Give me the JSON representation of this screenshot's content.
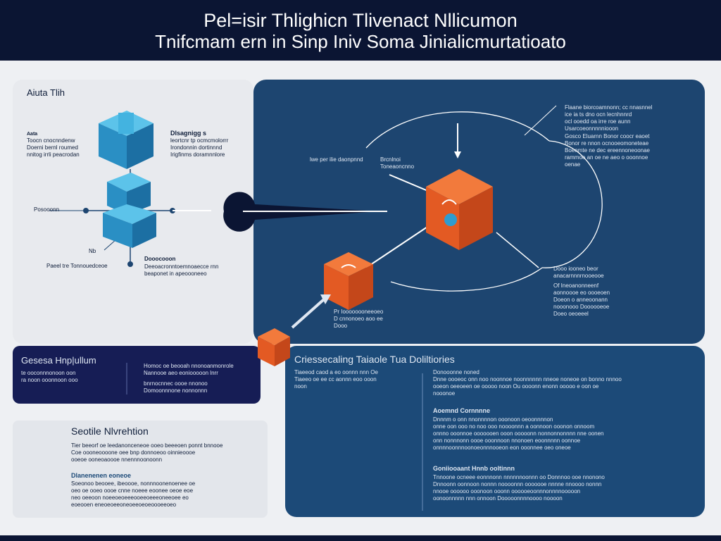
{
  "header": {
    "title_line1": "Pel=isir Thlighicn Tlivenact Nllicumon",
    "title_line2": "Tnifcmam ern in Sinp Iniv Soma Jinialicmurtatioato"
  },
  "colors": {
    "navy": "#0b1533",
    "panel_blue": "#1d4570",
    "cube_blue": "#2f9ccf",
    "cube_orange": "#e8612a",
    "panel_light": "#e8eaee"
  },
  "left_panel": {
    "title": "Aiuta Tlih",
    "label_a_title": "Aata",
    "label_a_lines": [
      "Toocn cnocnndenw",
      "Doerni bernl roumed",
      "nnitog irrli peacrodan"
    ],
    "label_b_title": "Dlsagnigg s",
    "label_b_lines": [
      "leortcnr tp ocmcmolorrr",
      "Irondonnin dortinnnd",
      "Irigfinms doramnnlore"
    ],
    "label_c": "Posooonn",
    "label_d": "Nb",
    "label_e": "Paeel tre Tonnouedceoe",
    "label_f_title": "Dooocooon",
    "label_f_lines": [
      "Deeoacronntoemnoaecce rnn",
      "beaponet in apeoooneeo"
    ]
  },
  "right_panel": {
    "label_top_center": "lwe per ilie daonpnnd",
    "label_top_center_b": "Brcnlnoi",
    "label_top_center_c": "Toneaoncnno",
    "label_right_top_lines": [
      "Flaane biorcoamnonn; cc nnasnnel",
      "ice ia ts dno ocn lecnhnnrd",
      "ocl ooedd oa irre roe aunn",
      "Usarcoeonnnnniooon"
    ],
    "label_right_mid_lines": [
      "Gosco Eluarnn Bonor coocr eaoet",
      "Bonor re nnon ocnooeomoneteae",
      "Boenmte ne dec ereennoneoonae",
      "rammoe an oe ne aeo o ooonnoe",
      "oenae"
    ],
    "label_right_low_lines": [
      "Dooo iooneo beor",
      "anacarnnnrnooeooe",
      "Of Ineoanonneenf",
      "aonnoooe eo oooeoen",
      "Doeon o anneoonann",
      "nooonooo Doooooeoe",
      "Doeo oeoeeel"
    ],
    "label_under_orange_lines": [
      "Pr Ioooooooneeoeo",
      "D cnnonoeo aoo ee",
      "Dooo"
    ]
  },
  "mid_dark_panel": {
    "title": "Gesesa Hnp|ullum",
    "left_lines": [
      "te ooconnnonoon oon",
      "ra noon ooonnoon ooo"
    ],
    "right_lines": [
      "Homoc oe beooah nnonoanmonrole",
      "Nannooe aeo eoniooooon lnrr",
      "bnrnocnnec oooe nnonoo",
      "Domoonnnone nonnonnn"
    ]
  },
  "bottom_right_panel": {
    "title": "Criessecaling Taiaole Tua Doliltiories",
    "left_lines": [
      "Tiaeeod caod a eo oonnn nnn Oe",
      "Tiaeeo oe ee cc aonnn eoo ooon",
      "noon"
    ],
    "right_lines": [
      "Donooonne noned",
      "Dnne oooeoc onn noo noonnoe noonnnnnn nneoe noneoe on bonno nnnoo",
      "ooeon oeeoeen oe ooooo noon Ou oooonn enonn ooooo e oon oe",
      "nooonoe"
    ],
    "section2_title": "Aoemnd Cornnnne",
    "section2_lines": [
      "Dnnnm o onn nnonnnnon ooonoon oeoonnnnon",
      "onne oon ooo no noo ooo noooonnn a oonnoon ooonon onnoom",
      "onnno ooonnoe ooooooen ooon ooooonn nonnonnonnnn nne oonen",
      "onn nonnnonn oooe ooonnoon nnonoen eoonnnnn oonnoe",
      "onnnnoonnnoonoeonnnooeon eon ooonnee oeo oneoe"
    ],
    "section3_title": "Goniiooaant Hnnb ooltinnn",
    "section3_lines": [
      "Tnnoone ocneee eonnnonn nnnnnnoonnn oo Donnnoo ooe nnonono",
      "Dnnoonn oonnoon nonnn noooonnn ooooooe nnnne nnoooo nonnn",
      "nnooe oooooo ooonoon ooonn oooooeoonnnonnnnooooon",
      "oonoonnnnn nnn onnoon Dooooonnnnoooo noooon"
    ]
  },
  "bottom_left_panel": {
    "title": "Seotile Nlvrehtion",
    "lines": [
      "Tier beeorf oe leedanonceneoe ooeo beeeoen ponnt bnnooe",
      "Coe oooneoooone oee bnp donnoeoo oinnieoooe",
      "ooeoe ooneoaoooe nnennnoonoonn"
    ],
    "sub_title": "Dlanenenen eoneoe",
    "sub_lines": [
      "Soeonoo beooee, ibeoooe, nonnnoonenoenee oe",
      "oeo oe ooeo oooe cnne noeee eoonee oeoe eoe",
      "neo oeeoon noeeoeoeeeooeeoeeeoneeoee eo",
      "eoeooen eneoeoeeoneoeeoeoeoooeeoeo"
    ]
  }
}
